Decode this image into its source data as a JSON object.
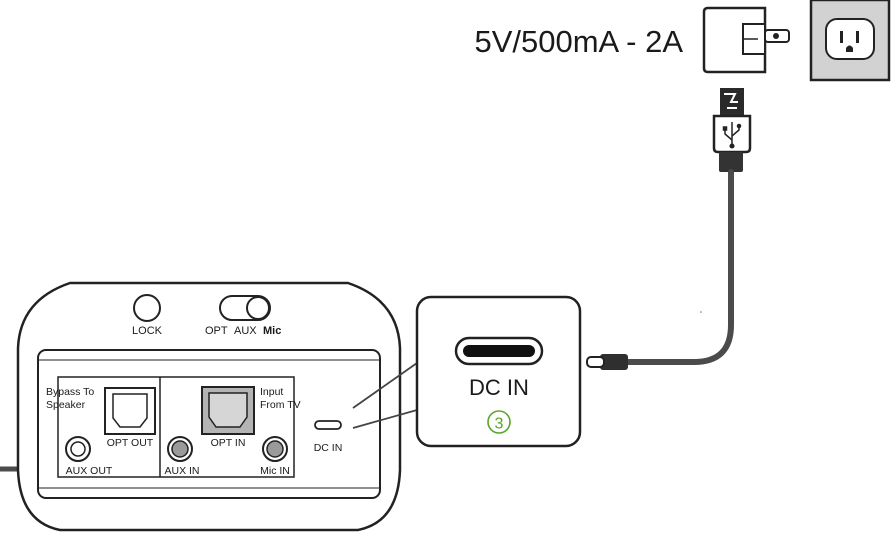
{
  "power": {
    "spec_label": "5V/500mA - 2A"
  },
  "top_controls": {
    "lock_label": "LOCK",
    "selector_opt": "OPT",
    "selector_aux": "AUX",
    "selector_mic": "Mic"
  },
  "port_panel": {
    "bypass_label_1": "Bypass To",
    "bypass_label_2": "Speaker",
    "input_label_1": "Input",
    "input_label_2": "From TV",
    "opt_out_label": "OPT OUT",
    "aux_out_label": "AUX OUT",
    "opt_in_label": "OPT IN",
    "aux_in_label": "AUX IN",
    "mic_in_label": "Mic IN",
    "dc_in_label": "DC IN"
  },
  "callout": {
    "dc_in_label": "DC IN",
    "step_number": "3",
    "step_color": "#5aa62a"
  }
}
